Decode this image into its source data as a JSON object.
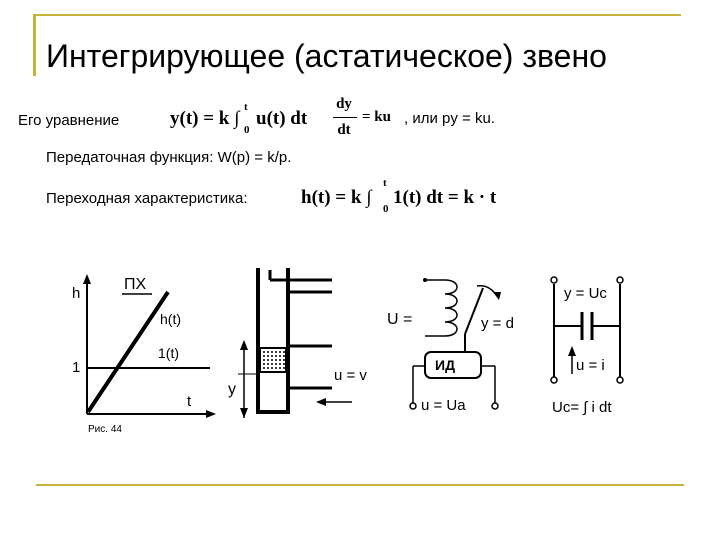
{
  "slide": {
    "title": "Интегрирующее (астатическое) звено",
    "equation_label": "Его уравнение",
    "equation_integral": "y(t) = k ∫",
    "equation_integral_rest": "u(t) dt",
    "integral_upper": "t",
    "integral_lower": "0",
    "derivative_num": "dy",
    "derivative_den": "dt",
    "derivative_rhs": "= ku",
    "equation_alt": ", или py = ku.",
    "transfer_function": "Передаточная функция: W(p) = k/p.",
    "transient_label": "Переходная характеристика:",
    "transient_formula_lhs": "h(t) = k ∫",
    "transient_formula_rest": "1(t) dt = k · t",
    "transient_upper": "t",
    "transient_lower": "0"
  },
  "figure_graph": {
    "header": "ПХ",
    "y_axis": "h",
    "x_axis": "t",
    "curve_h": "h(t)",
    "curve_step": "1(t)",
    "level": "1",
    "caption": "Рис. 44"
  },
  "figure_tank": {
    "level_label": "y",
    "flow_label": "u = v"
  },
  "figure_motor": {
    "voltage_label": "U =",
    "angle_label": "y = d",
    "motor_label": "ИД",
    "armature_label": "u = Ua"
  },
  "figure_capacitor": {
    "top_label": "y = Uc",
    "current_label": "u = i",
    "formula": "Uc= ∫ i dt"
  }
}
